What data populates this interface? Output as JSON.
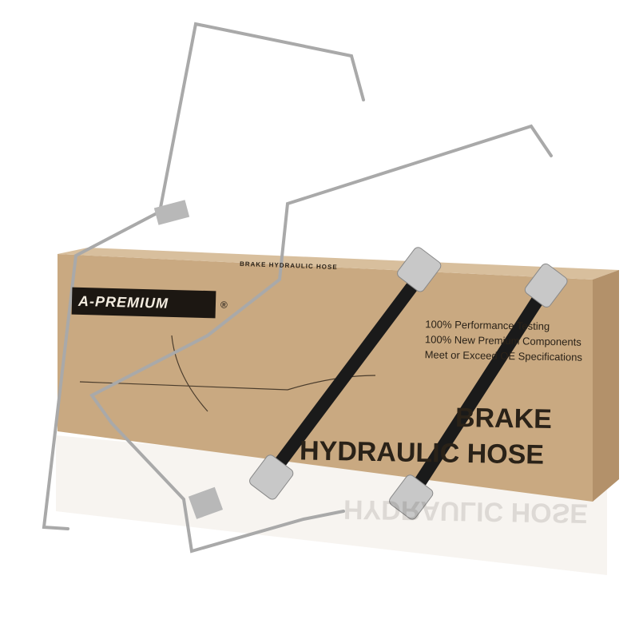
{
  "brand": {
    "name": "A-PREMIUM",
    "registered": "®"
  },
  "box": {
    "top_text": "BRAKE HYDRAULIC HOSE",
    "features": [
      "100% Performance Testing",
      "100% New Premium Components",
      "Meet or Exceed OE Specifications"
    ],
    "title_line1": "BRAKE",
    "title_line2": "HYDRAULIC HOSE"
  },
  "colors": {
    "box": "#c9a981",
    "box_side": "#b89670",
    "hose": "#1a1a1a",
    "line": "#a9a9a9"
  }
}
